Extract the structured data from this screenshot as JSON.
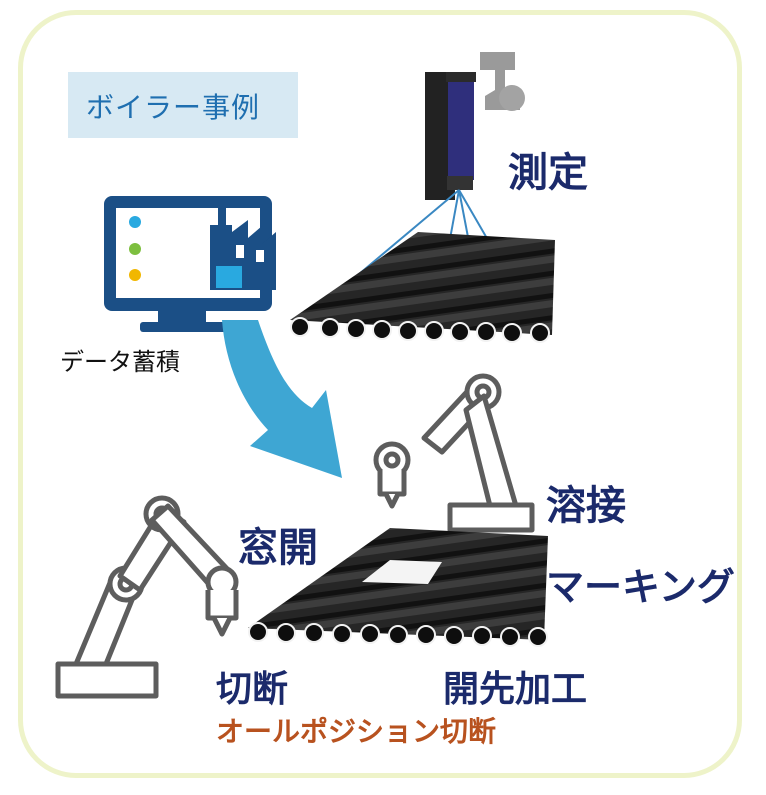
{
  "tag": {
    "label": "ボイラー事例"
  },
  "labels": {
    "measure": "測定",
    "data_storage": "データ蓄積",
    "window_opening": "窓開",
    "welding": "溶接",
    "marking": "マーキング",
    "cutting": "切断",
    "bevel": "開先加工",
    "all_position_cutting": "オールポジション切断"
  },
  "colors": {
    "navy": "#1b2a6b",
    "monitor": "#1b4f86",
    "arrow": "#3ea6d3",
    "orange": "#b8521f",
    "frame": "#eef3c9",
    "tag_bg": "#d7e9f3"
  },
  "icons": {
    "sensor": "laser-sensor-icon",
    "computer": "factory-monitor-icon",
    "robot": "robot-arm-icon",
    "arrow": "curved-arrow-icon"
  }
}
